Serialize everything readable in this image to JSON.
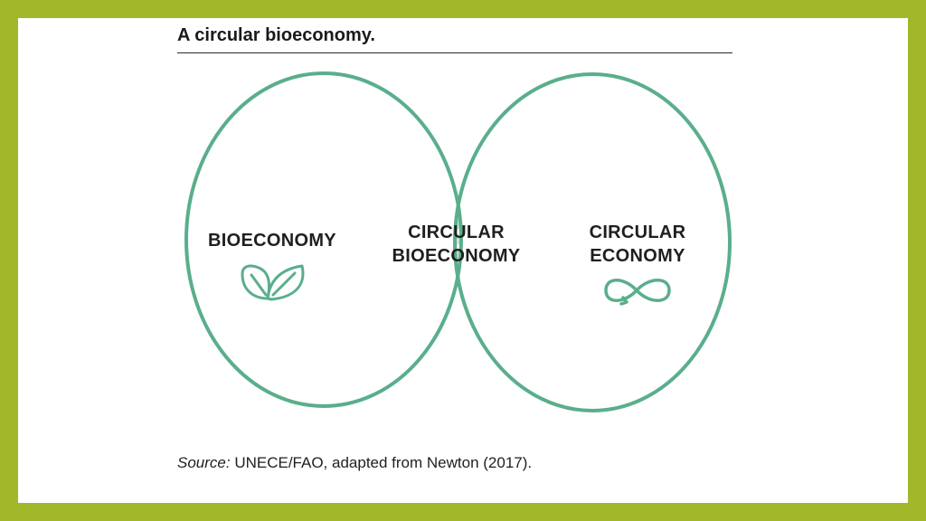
{
  "title": "A circular bioeconomy.",
  "diagram": {
    "left_label": "BIOECONOMY",
    "overlap_label_line1": "CIRCULAR",
    "overlap_label_line2": "BIOECONOMY",
    "right_label_line1": "CIRCULAR",
    "right_label_line2": "ECONOMY",
    "left_icon": "leaves-icon",
    "right_icon": "infinity-loop-arrow-icon",
    "circle_color": "#5aae8c",
    "hatch_color": "#cfe6db"
  },
  "source": {
    "prefix": "Source:",
    "text": " UNECE/FAO, adapted from Newton (2017)."
  }
}
